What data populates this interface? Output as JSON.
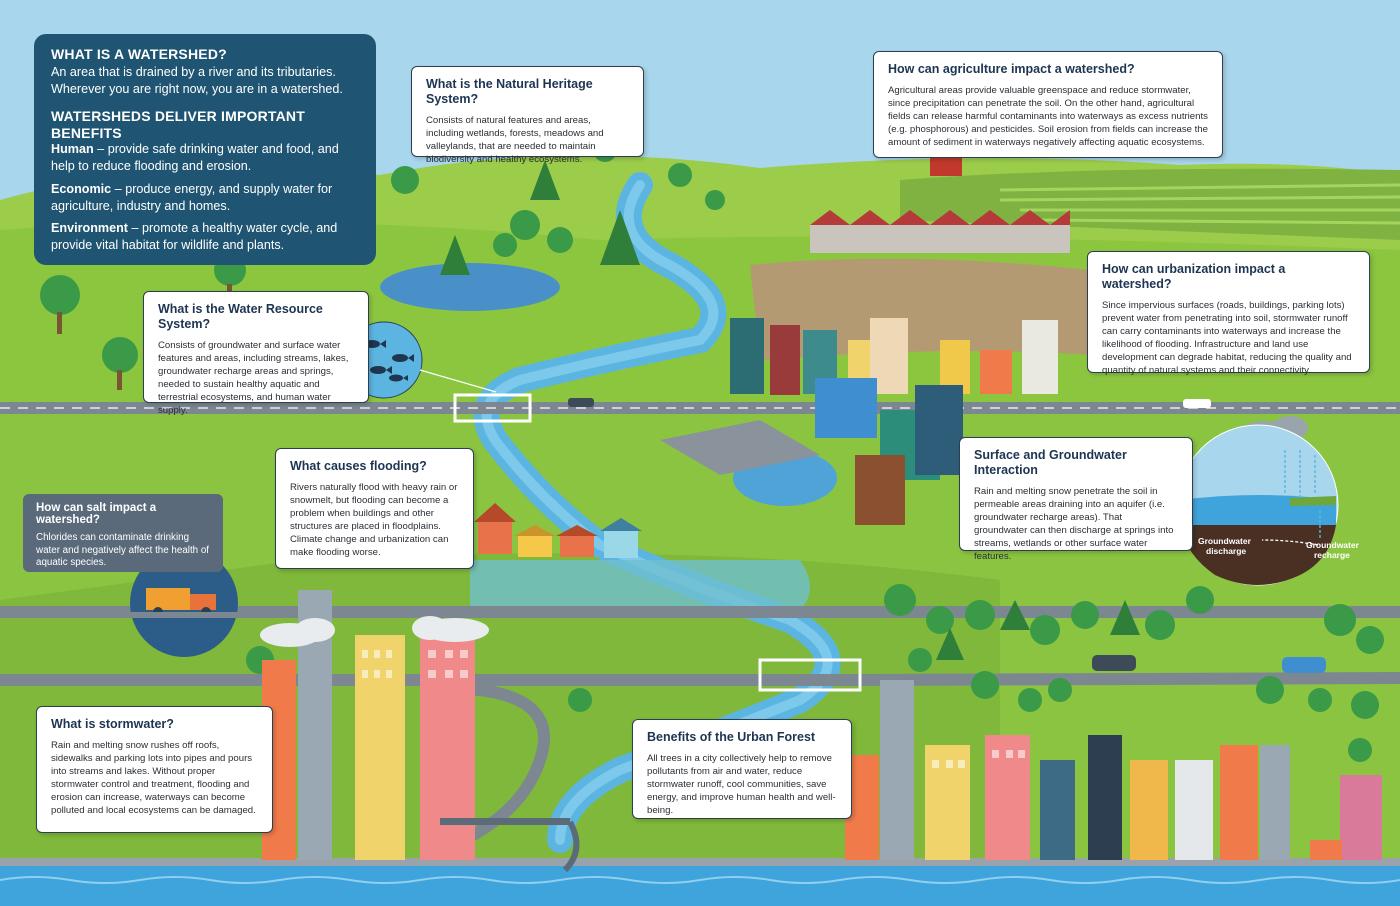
{
  "intro": {
    "title": "WHAT IS A WATERSHED?",
    "definition": "An area that is drained by a river and its tributaries. Wherever you are right now, you are in a watershed.",
    "benefits_title": "WATERSHEDS DELIVER IMPORTANT BENEFITS",
    "benefits": [
      {
        "term": "Human",
        "text": " – provide safe drinking water and food, and help to reduce flooding and erosion."
      },
      {
        "term": "Economic",
        "text": " – produce energy, and supply water for agriculture, industry and homes."
      },
      {
        "term": "Environment",
        "text": " – promote a healthy water cycle, and provide vital habitat for wildlife and plants."
      }
    ]
  },
  "callouts": {
    "natural_heritage": {
      "title": "What is the Natural Heritage System?",
      "body": "Consists of natural features and areas, including wetlands, forests, meadows and valleylands, that are needed to maintain biodiversity and healthy ecosystems."
    },
    "agriculture": {
      "title": "How can agriculture impact a watershed?",
      "body": "Agricultural areas provide valuable greenspace and reduce stormwater, since precipitation can penetrate the soil. On the other hand, agricultural fields can release harmful contaminants into waterways as excess nutrients (e.g. phosphorous) and pesticides. Soil erosion from fields can increase the amount of sediment in waterways negatively affecting aquatic ecosystems."
    },
    "urbanization": {
      "title": "How can urbanization impact a watershed?",
      "body": "Since impervious surfaces (roads, buildings, parking lots) prevent water from penetrating into soil, stormwater runoff can carry contaminants into waterways and increase the likelihood of flooding. Infrastructure and land use development can degrade habitat, reducing the quality and quantity of natural systems and their connectivity."
    },
    "water_resource": {
      "title": "What is the Water Resource System?",
      "body": "Consists of groundwater and surface water features and areas, including streams, lakes, groundwater recharge areas and springs, needed to sustain healthy aquatic and terrestrial ecosystems, and human water supply."
    },
    "flooding": {
      "title": "What causes flooding?",
      "body": "Rivers naturally flood with heavy rain or snowmelt, but flooding can become a problem when buildings and other structures are placed in floodplains. Climate change and urbanization can make flooding worse."
    },
    "groundwater": {
      "title": "Surface and Groundwater Interaction",
      "body": "Rain and melting snow penetrate the soil in permeable areas draining into an aquifer (i.e. groundwater recharge areas). That groundwater can then discharge at springs into streams, wetlands or other surface water features."
    },
    "salt": {
      "title": "How can salt impact a watershed?",
      "body": "Chlorides can contaminate drinking water and negatively affect the health of aquatic species."
    },
    "stormwater": {
      "title": "What is stormwater?",
      "body": "Rain and melting snow rushes off roofs, sidewalks and parking lots into pipes and pours into streams and lakes. Without proper stormwater control and treatment, flooding and erosion can increase, waterways can become polluted and local ecosystems can be damaged."
    },
    "urban_forest": {
      "title": "Benefits of the Urban Forest",
      "body": "All trees in a city collectively help to remove pollutants from air and water, reduce stormwater runoff, cool communities, save energy, and improve human health and well-being."
    }
  },
  "diagram_labels": {
    "discharge_line1": "Groundwater",
    "discharge_line2": "discharge",
    "recharge_line1": "Groundwater",
    "recharge_line2": "recharge"
  },
  "colors": {
    "sky": "#9fd0e8",
    "grass": "#8cc63f",
    "grass_dark": "#6ea83a",
    "river": "#5bb5e0",
    "road": "#7d8791",
    "panel": "#1f5572",
    "lake": "#4a90c8"
  }
}
